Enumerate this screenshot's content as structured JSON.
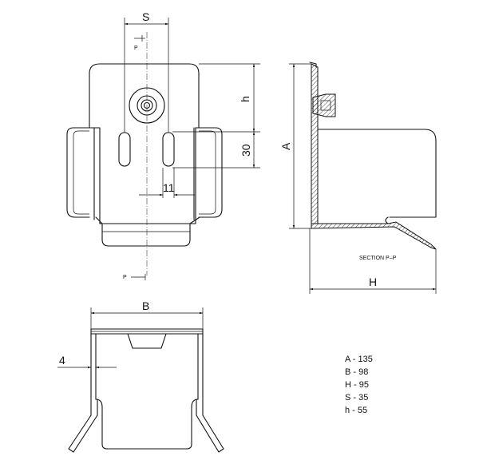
{
  "labels": {
    "s_dim": "S",
    "h_dim": "h",
    "dim_30": "30",
    "dim_11": "11",
    "a_dim": "A",
    "h_big_dim": "H",
    "b_dim": "B",
    "dim_4": "4",
    "p_top": "P",
    "p_bottom": "P",
    "section": "SECTION P–P"
  },
  "specs": [
    {
      "text": "A - 135"
    },
    {
      "text": "B - 98"
    },
    {
      "text": "H - 95"
    },
    {
      "text": "S - 35"
    },
    {
      "text": "h - 55"
    }
  ]
}
